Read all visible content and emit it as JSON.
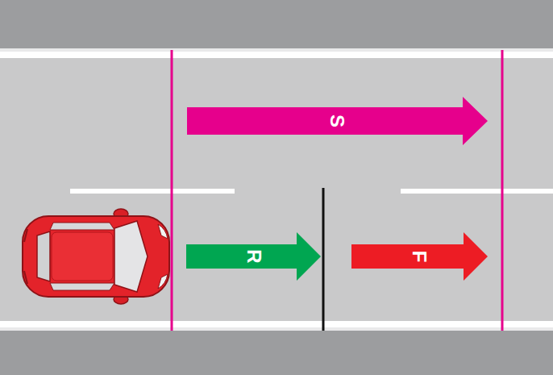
{
  "diagram": {
    "nodes": [
      {
        "text": [
          "S"
        ]
      },
      {
        "text": [
          "R"
        ]
      },
      {
        "text": [
          "F"
        ]
      }
    ]
  }
}
